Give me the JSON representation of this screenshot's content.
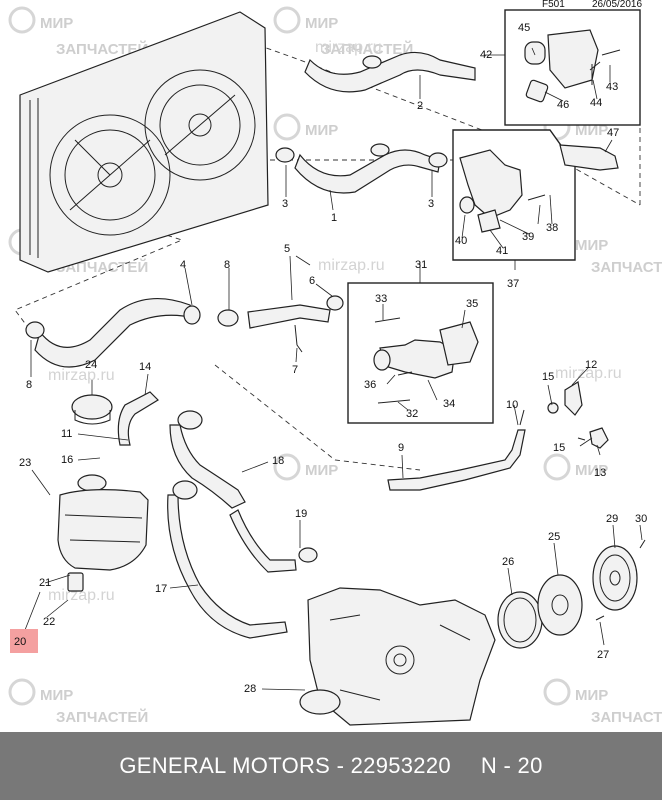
{
  "header": {
    "code": "F501",
    "date": "26/05/2016"
  },
  "watermark": {
    "line1": "МИР",
    "line2": "ЗАПЧАСТЕЙ",
    "site": "mirzap.ru"
  },
  "callouts": {
    "c1": "1",
    "c2": "2",
    "c3a": "3",
    "c3b": "3",
    "c4": "4",
    "c5": "5",
    "c6": "6",
    "c7": "7",
    "c8a": "8",
    "c8b": "8",
    "c9": "9",
    "c10": "10",
    "c11": "11",
    "c12": "12",
    "c13": "13",
    "c14": "14",
    "c15a": "15",
    "c15b": "15",
    "c16": "16",
    "c17": "17",
    "c18": "18",
    "c19": "19",
    "c20": "20",
    "c21": "21",
    "c22": "22",
    "c23": "23",
    "c24": "24",
    "c25": "25",
    "c26": "26",
    "c27": "27",
    "c28": "28",
    "c29": "29",
    "c30": "30",
    "c31": "31",
    "c32": "32",
    "c33": "33",
    "c34": "34",
    "c35": "35",
    "c36": "36",
    "c37": "37",
    "c38": "38",
    "c39": "39",
    "c40": "40",
    "c41": "41",
    "c42": "42",
    "c43": "43",
    "c44": "44",
    "c45": "45",
    "c46": "46",
    "c47": "47"
  },
  "highlight": {
    "color": "#f4a0a0"
  },
  "footer": {
    "brand": "GENERAL MOTORS",
    "separator": "-",
    "part_number": "22953220",
    "page": "N - 20"
  }
}
